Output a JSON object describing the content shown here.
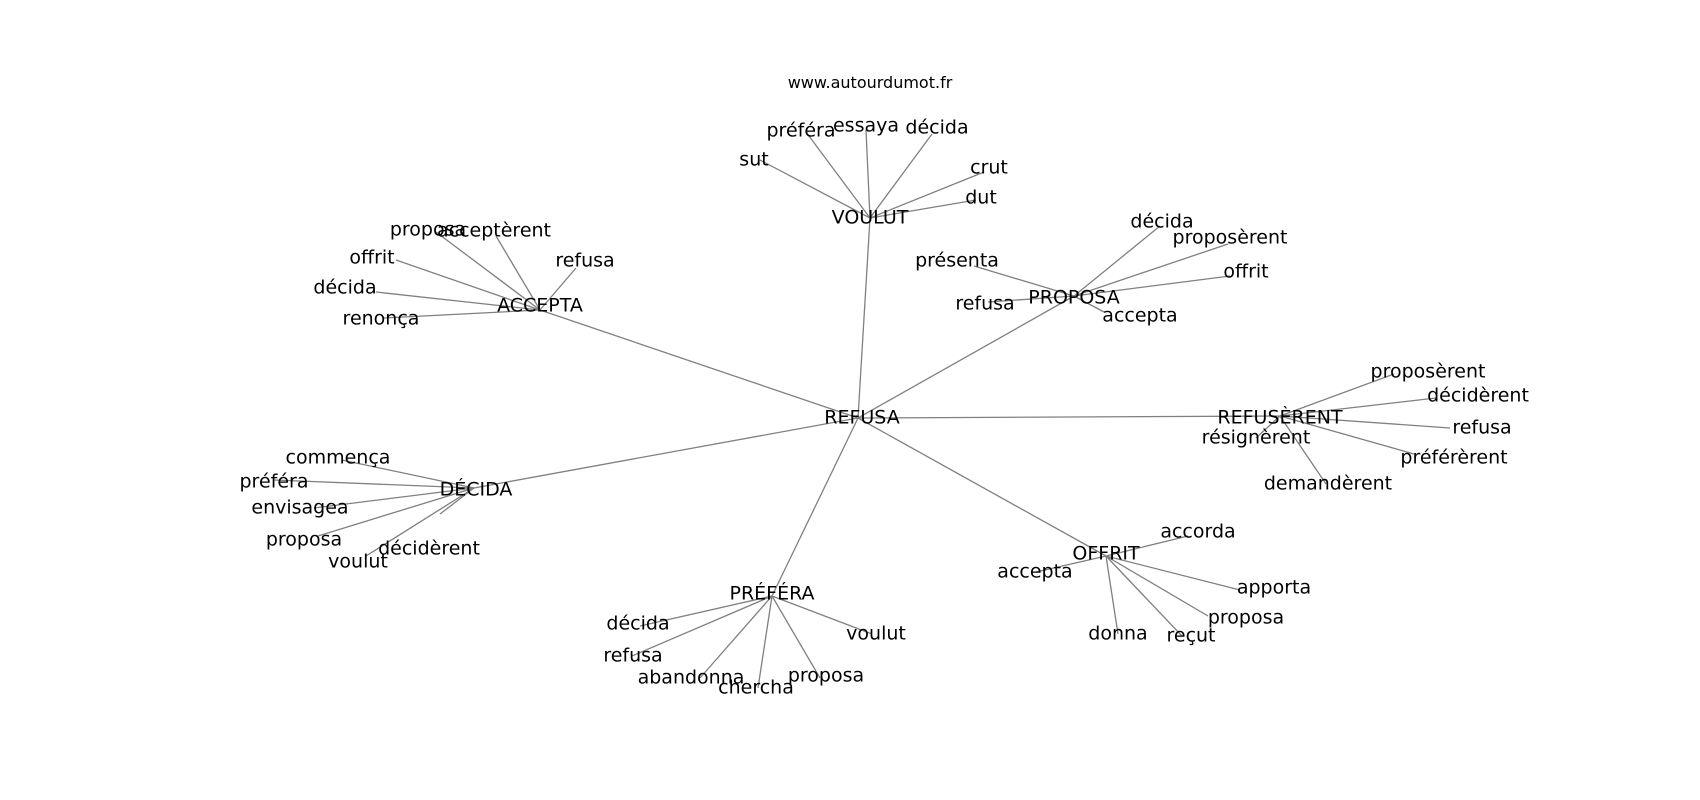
{
  "site": "www.autourdumot.fr",
  "center": "REFUSA",
  "clusters": [
    {
      "word": "VOULUT",
      "neighbors": [
        "sut",
        "préféra",
        "essaya",
        "décida",
        "crut",
        "dut"
      ]
    },
    {
      "word": "ACCEPTA",
      "neighbors": [
        "proposa",
        "acceptèrent",
        "offrit",
        "refusa",
        "décida",
        "renonça"
      ]
    },
    {
      "word": "PROPOSA",
      "neighbors": [
        "décida",
        "proposèrent",
        "présenta",
        "offrit",
        "refusa",
        "accepta"
      ]
    },
    {
      "word": "REFUSÈRENT",
      "neighbors": [
        "proposèrent",
        "décidèrent",
        "refusa",
        "résignèrent",
        "préférèrent",
        "demandèrent"
      ]
    },
    {
      "word": "DÉCIDA",
      "neighbors": [
        "commença",
        "préféra",
        "envisagea",
        "proposa",
        "voulut",
        "décidèrent"
      ]
    },
    {
      "word": "OFFRIT",
      "neighbors": [
        "accorda",
        "accepta",
        "apporta",
        "proposa",
        "donna",
        "reçut"
      ]
    },
    {
      "word": "PRÉFÉRA",
      "neighbors": [
        "décida",
        "voulut",
        "refusa",
        "abandonna",
        "chercha",
        "proposa"
      ]
    }
  ]
}
